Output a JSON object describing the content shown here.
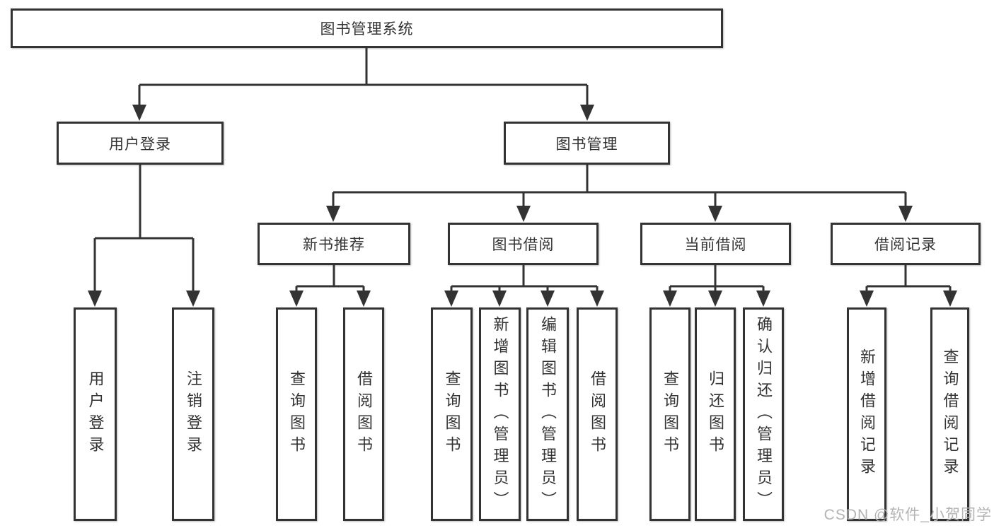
{
  "diagram": {
    "title_node": "图书管理系统",
    "nodes": {
      "root": "图书管理系统",
      "user_login": "用户登录",
      "book_mgmt": "图书管理",
      "new_book_rec": "新书推荐",
      "book_borrow": "图书借阅",
      "current_borrow": "当前借阅",
      "borrow_records": "借阅记录",
      "leaf_user_login": "用户登录",
      "leaf_logout": "注销登录",
      "rec_query_books": "查询图书",
      "rec_borrow_books": "借阅图书",
      "bb_query_books": "查询图书",
      "bb_add_books": "新增图书（管理员）",
      "bb_edit_books": "编辑图书（管理员）",
      "bb_borrow_books": "借阅图书",
      "cb_query_books": "查询图书",
      "cb_return_books": "归还图书",
      "cb_confirm_return": "确认归还（管理员）",
      "br_add_record": "新增借阅记录",
      "br_query_record": "查询借阅记录"
    },
    "colors": {
      "line": "#333333",
      "text": "#333333",
      "box_background": "#ffffff",
      "page_background": "#ffffff",
      "watermark": "#b3b3b3"
    }
  },
  "watermark": {
    "text": "CSDN @软件_小贺同学"
  }
}
